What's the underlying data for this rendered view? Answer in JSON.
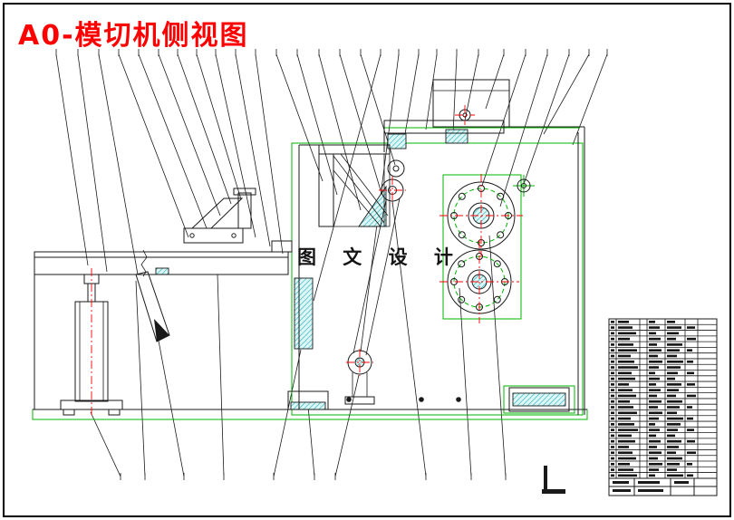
{
  "title": {
    "text": "A0-模切机侧视图",
    "color": "#ff0000"
  },
  "watermark": {
    "text": "图 文 设 计"
  },
  "drawing": {
    "colors": {
      "outline": "#1a1a1a",
      "construction": "#00b400",
      "centerline": "#ff0000",
      "hatch_fill": "#dff6f6",
      "hatch_line": "#17b0bc"
    }
  },
  "bom_table": {
    "row_count": 28
  }
}
